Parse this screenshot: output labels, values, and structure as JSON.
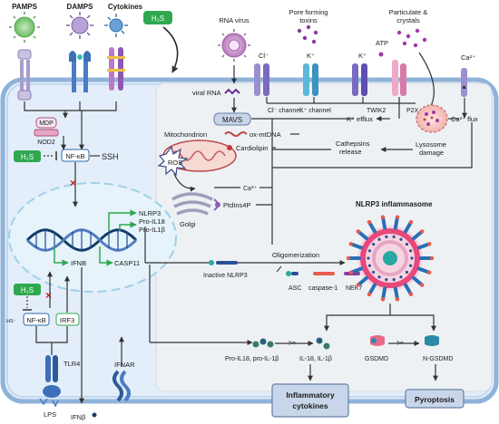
{
  "top": {
    "pamps": "PAMPS",
    "damps": "DAMPS",
    "cytokines": "Cytokines",
    "h2s_top": "H₂S",
    "rna_virus": "RNA virus",
    "pore_toxins_line1": "Pore forming",
    "pore_toxins_line2": "toxins",
    "particulate_line1": "Particulate &",
    "particulate_line2": "crystals",
    "atp": "ATP",
    "ca_top": "Ca²⁺",
    "cl_top": "Cl⁻",
    "k_top1": "K⁺",
    "k_top2": "K⁺"
  },
  "channels": {
    "cl_channel": "Cl⁻ channel",
    "k_channel": "K⁺ channel",
    "twik2": "TWIK2",
    "p2x7": "P2X₇"
  },
  "left": {
    "mdp": "MDP",
    "nod2": "NOD2",
    "h2s_1": "H₂S",
    "nfkb_1": "NF-κB",
    "ssh": "SSH",
    "nlrp3": "NLRP3",
    "pro_il18": "Pro-IL18",
    "pro_il1b": "Pro-IL1β",
    "ifnb": "IFNB",
    "casp11": "CASP11",
    "h2s_2": "H₂S",
    "hs": "HS⁻",
    "nfkb_2": "NF-κB",
    "irf3": "IRF3",
    "tlr4": "TLR4",
    "lps": "LPS",
    "ifnar": "IFNAR",
    "ifnb_out": "IFNβ"
  },
  "right": {
    "viral_rna": "viral RNA",
    "mavs": "MAVS",
    "mitochondrion": "Mitochondrion",
    "ox_mtdna": "ox-mtDNA",
    "cardiolipin": "Cardiolipin",
    "ros": "ROS",
    "k_efflux": "K⁺ efflux",
    "ca_flux": "Ca²⁺ flux",
    "cathepsins_line1": "Cathepsins",
    "cathepsins_line2": "release",
    "lysosome_line1": "Lysosome",
    "lysosome_line2": "damage",
    "golgi": "Golgi",
    "ca_golgi": "Ca²⁺",
    "ptdins4p": "PtdIns4P",
    "nlrp3_inflammasome": "NLRP3 inflammasome",
    "oligomerization": "Oligomerization",
    "inactive_nlrp3": "Inactive NLRP3",
    "asc": "ASC",
    "caspase1": "caspase-1",
    "nek7": "NEK7",
    "pro_il_products": "Pro-IL18, pro-IL-1β",
    "il_products": "IL-18, IL-1β",
    "gsdmd": "GSDMD",
    "n_gsdmd": "N-GSDMD"
  },
  "outcomes": {
    "inflammatory_line1": "Inflammatory",
    "inflammatory_line2": "cytokines",
    "pyroptosis": "Pyroptosis"
  },
  "colors": {
    "cell_fill": "#dbe8f5",
    "cell_border": "#8fb3d8",
    "h2s_green": "#2fa84f",
    "nlrp3_ring": "#e8497a",
    "asc_blue": "#2a6fb5",
    "arrow": "#333333",
    "inhibit_red": "#cc1f1f"
  }
}
